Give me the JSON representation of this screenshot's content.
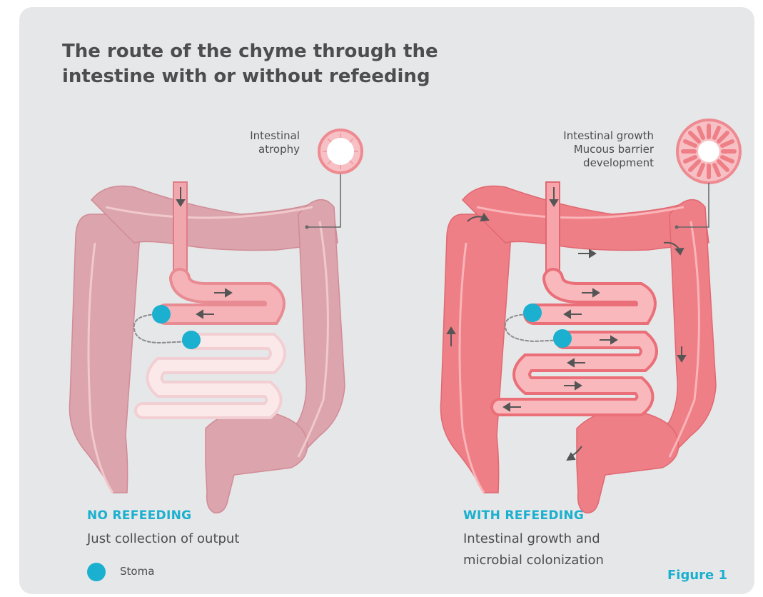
{
  "title": "The route of the chyme through the intestine with or without refeeding",
  "left_panel": {
    "callout": "Intestinal atrophy",
    "heading": "NO REFEEDING",
    "description": "Just collection of output"
  },
  "right_panel": {
    "callout_line1": "Intestinal growth",
    "callout_line2": "Mucous barrier",
    "callout_line3": "development",
    "heading": "WITH REFEEDING",
    "description_line1": "Intestinal growth and",
    "description_line2": "microbial colonization"
  },
  "legend": {
    "stoma_label": "Stoma"
  },
  "figure_label": "Figure 1",
  "colors": {
    "background": "#e6e7e8",
    "atrophic_colon": "#dca4ad",
    "healthy_colon": "#ef7f86",
    "stoma": "#1bb0cf",
    "accent_text": "#1bb0cf",
    "text": "#4d4d4f"
  }
}
